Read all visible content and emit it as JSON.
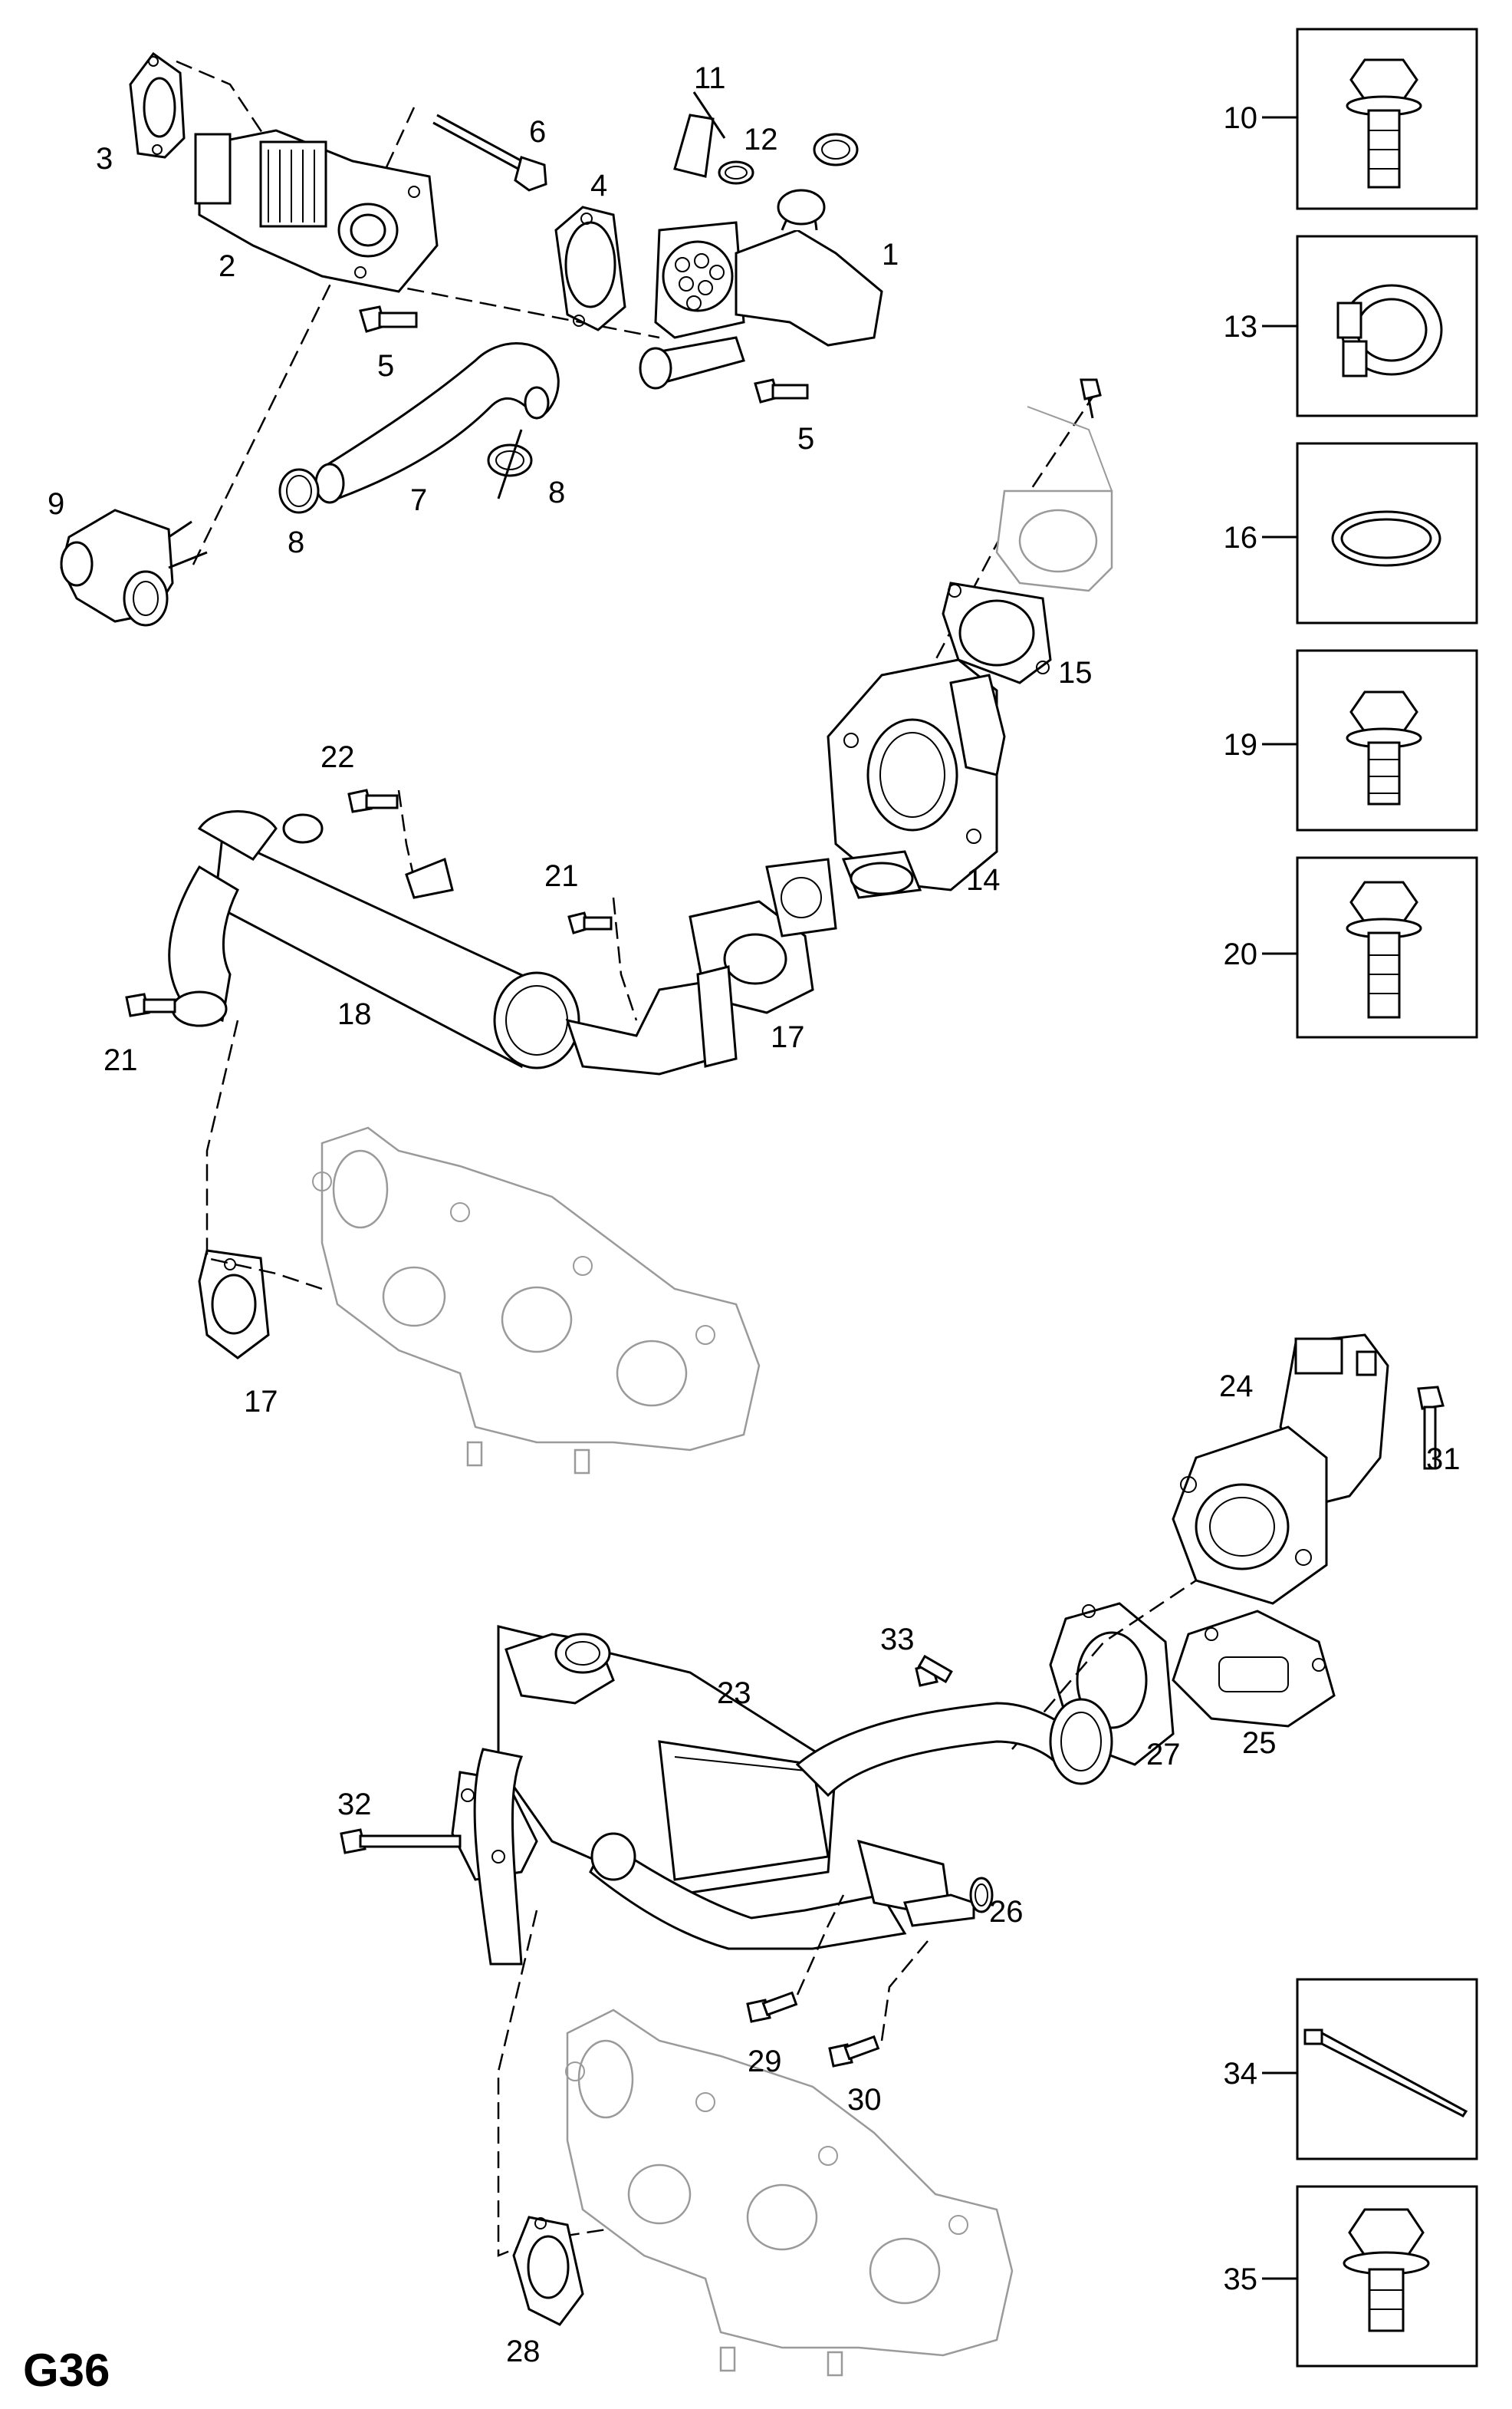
{
  "diagram_code": "G36",
  "callouts": [
    "1",
    "2",
    "3",
    "4",
    "5",
    "5",
    "6",
    "7",
    "8",
    "8",
    "9",
    "11",
    "12",
    "14",
    "15",
    "17",
    "17",
    "18",
    "21",
    "21",
    "22",
    "23",
    "24",
    "25",
    "26",
    "27",
    "28",
    "29",
    "30",
    "31",
    "32",
    "33"
  ],
  "sidebar": [
    "10",
    "13",
    "16",
    "19",
    "20",
    "34",
    "35"
  ]
}
